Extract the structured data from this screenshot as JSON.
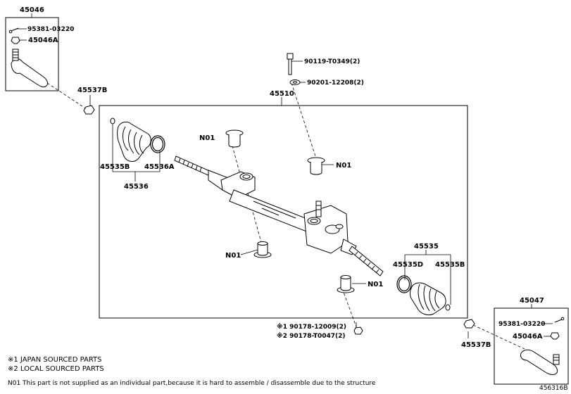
{
  "labels": {
    "tie_rod_end_lh": "45046",
    "cotter_pin_lh": "95381-03220",
    "nut_lh": "45046A",
    "boot_clamp_lh_outer": "45537B",
    "gear_assembly": "45510",
    "bolt": "90119-T0349(2)",
    "washer": "90201-12208(2)",
    "n01_a": "N01",
    "n01_b": "N01",
    "n01_c": "N01",
    "n01_d": "N01",
    "clip_lh": "45535B",
    "clamp_lh": "45536A",
    "boot_kit_lh": "45536",
    "boot_kit_rh": "45535",
    "clamp_rh": "45535D",
    "clip_rh": "45535B",
    "nut_jp": "※1 90178-12009(2)",
    "nut_local": "※2 90178-T0047(2)",
    "boot_clamp_rh_outer": "45537B",
    "tie_rod_end_rh": "45047",
    "cotter_pin_rh": "95381-03220",
    "nut_rh": "45046A"
  },
  "notes": {
    "japan": "※1 JAPAN SOURCED PARTS",
    "local": "※2 LOCAL SOURCED PARTS",
    "n01": "N01 This part is not supplied as an individual part,because it is hard to assemble / disassemble due to the structure"
  },
  "figure_id": "456316B"
}
